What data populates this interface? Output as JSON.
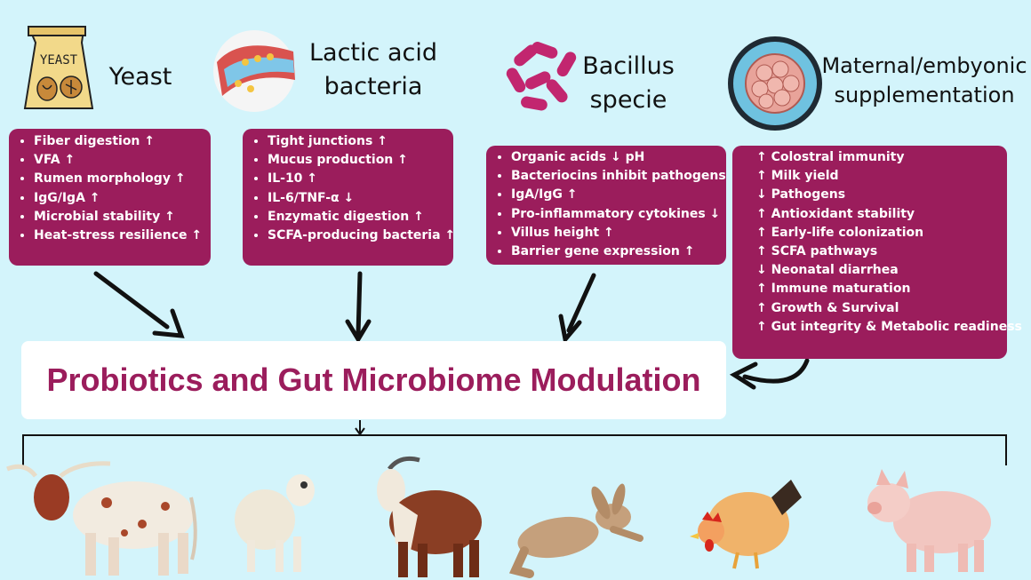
{
  "categories": [
    {
      "title_lines": [
        "Yeast"
      ],
      "icon": "yeast-bag-icon",
      "icon_label": "YEAST",
      "items": [
        "Fiber digestion ↑",
        "VFA ↑",
        "Rumen morphology ↑",
        "IgG/IgA ↑",
        "Microbial stability ↑",
        "Heat-stress resilience ↑"
      ]
    },
    {
      "title_lines": [
        "Lactic acid",
        "bacteria"
      ],
      "icon": "gut-bacteria-icon",
      "items": [
        "Tight junctions ↑",
        "Mucus production ↑",
        "IL-10 ↑",
        "IL-6/TNF-α ↓",
        "Enzymatic digestion ↑",
        "SCFA-producing bacteria ↑"
      ]
    },
    {
      "title_lines": [
        "Bacillus",
        "specie"
      ],
      "icon": "bacillus-icon",
      "items": [
        "Organic acids ↓ pH",
        "Bacteriocins inhibit pathogens",
        "IgA/IgG ↑",
        "Pro-inflammatory cytokines ↓",
        "Villus height ↑",
        "Barrier gene expression ↑"
      ]
    },
    {
      "title_lines": [
        "Maternal/embyonic",
        "supplementation"
      ],
      "icon": "embryo-petri-icon",
      "items": [
        "↑ Colostral immunity",
        "↑ Milk yield",
        "↓ Pathogens",
        "↑ Antioxidant stability",
        "↑ Early-life colonization",
        "↑ SCFA pathways",
        "↓ Neonatal diarrhea",
        "↑ Immune maturation",
        "↑ Growth & Survival",
        "↑ Gut integrity & Metabolic readiness"
      ]
    }
  ],
  "central_title": "Probiotics and Gut Microbiome Modulation",
  "animals": [
    "cattle-icon",
    "sheep-icon",
    "goat-icon",
    "rabbit-icon",
    "chicken-icon",
    "pig-icon"
  ],
  "colors": {
    "background": "#d3f4fb",
    "box": "#9b1d5c",
    "title_text": "#9b1d5c",
    "arrow": "#111111"
  }
}
